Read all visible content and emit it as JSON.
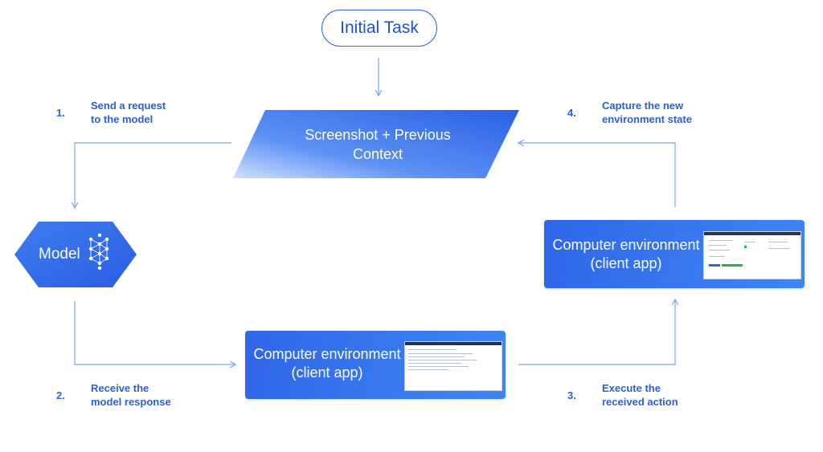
{
  "initial_task": "Initial Task",
  "context_box": {
    "line1": "Screenshot + Previous",
    "line2": "Context"
  },
  "model": {
    "label": "Model",
    "icon": "neural-network-icon"
  },
  "steps": [
    {
      "num": "1.",
      "line1": "Send a request",
      "line2": "to the model"
    },
    {
      "num": "2.",
      "line1": "Receive the",
      "line2": "model response"
    },
    {
      "num": "3.",
      "line1": "Execute the",
      "line2": "received action"
    },
    {
      "num": "4.",
      "line1": "Capture the new",
      "line2": "environment state"
    }
  ],
  "env_bottom": {
    "line1": "Computer environment",
    "line2": "(client app)"
  },
  "env_right": {
    "line1": "Computer environment",
    "line2": "(client app)"
  },
  "colors": {
    "accent": "#2f66e8",
    "step_text": "#2b5fd9",
    "arrow": "#7fa3ee"
  }
}
